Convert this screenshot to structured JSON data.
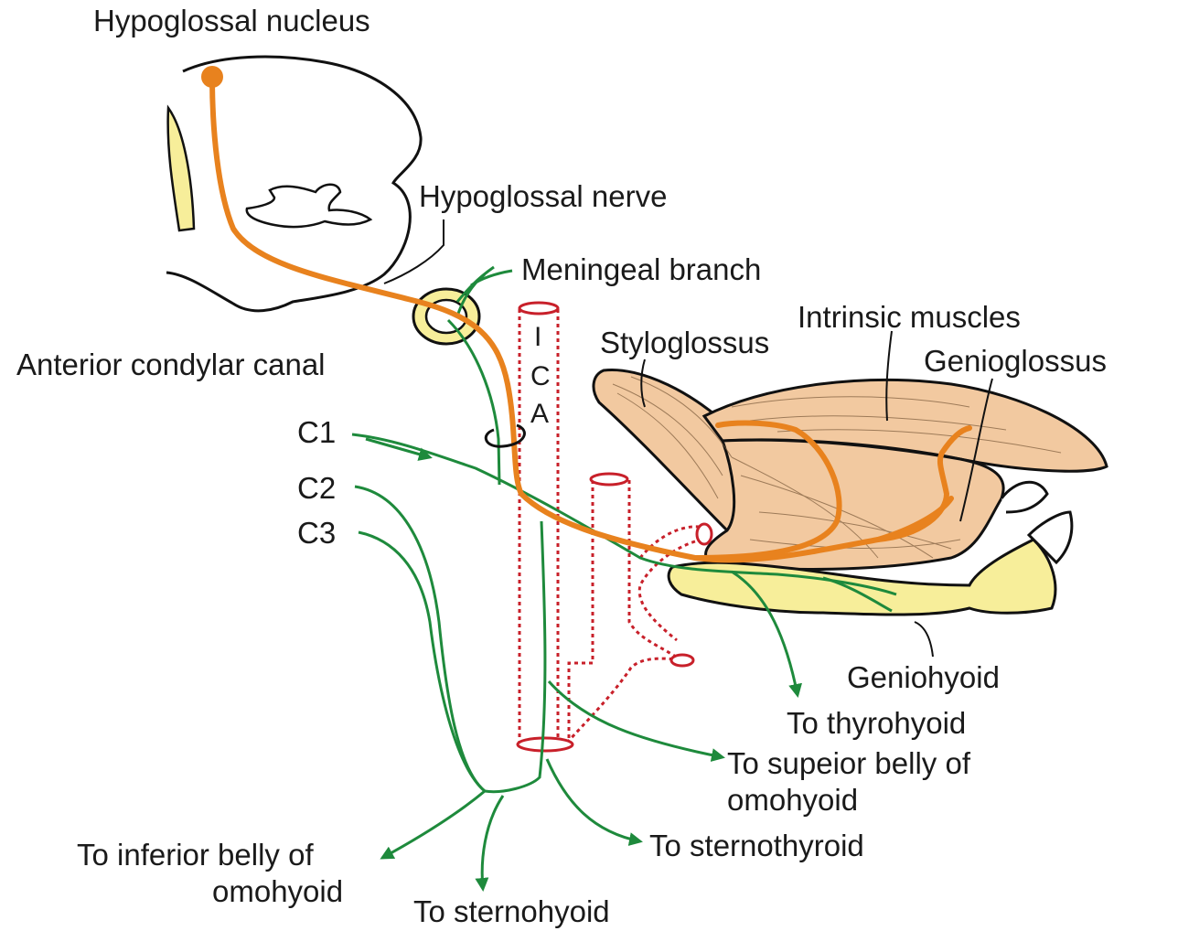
{
  "labels": {
    "hypoglossal_nucleus": "Hypoglossal nucleus",
    "hypoglossal_nerve": "Hypoglossal nerve",
    "meningeal_branch": "Meningeal branch",
    "intrinsic_muscles": "Intrinsic muscles",
    "styloglossus": "Styloglossus",
    "genioglossus": "Genioglossus",
    "anterior_condylar_canal": "Anterior condylar canal",
    "c1": "C1",
    "c2": "C2",
    "c3": "C3",
    "ica_i": "I",
    "ica_c": "C",
    "ica_a": "A",
    "geniohyoid": "Geniohyoid",
    "to_thyrohyoid": "To thyrohyoid",
    "to_superior_belly_line1": "To supeior belly of",
    "to_superior_belly_line2": "omohyoid",
    "to_sternothyroid": "To sternothyroid",
    "to_inferior_belly_line1": "To inferior belly of",
    "to_inferior_belly_line2": "omohyoid",
    "to_sternohyoid": "To sternohyoid"
  },
  "colors": {
    "hypoglossal_nerve": "#e8821e",
    "cervical_nerves": "#1e8a3c",
    "artery": "#c8202a",
    "muscle_fill": "#f2c9a0",
    "bone_fill": "#f7ee9a",
    "outline": "#111111"
  }
}
